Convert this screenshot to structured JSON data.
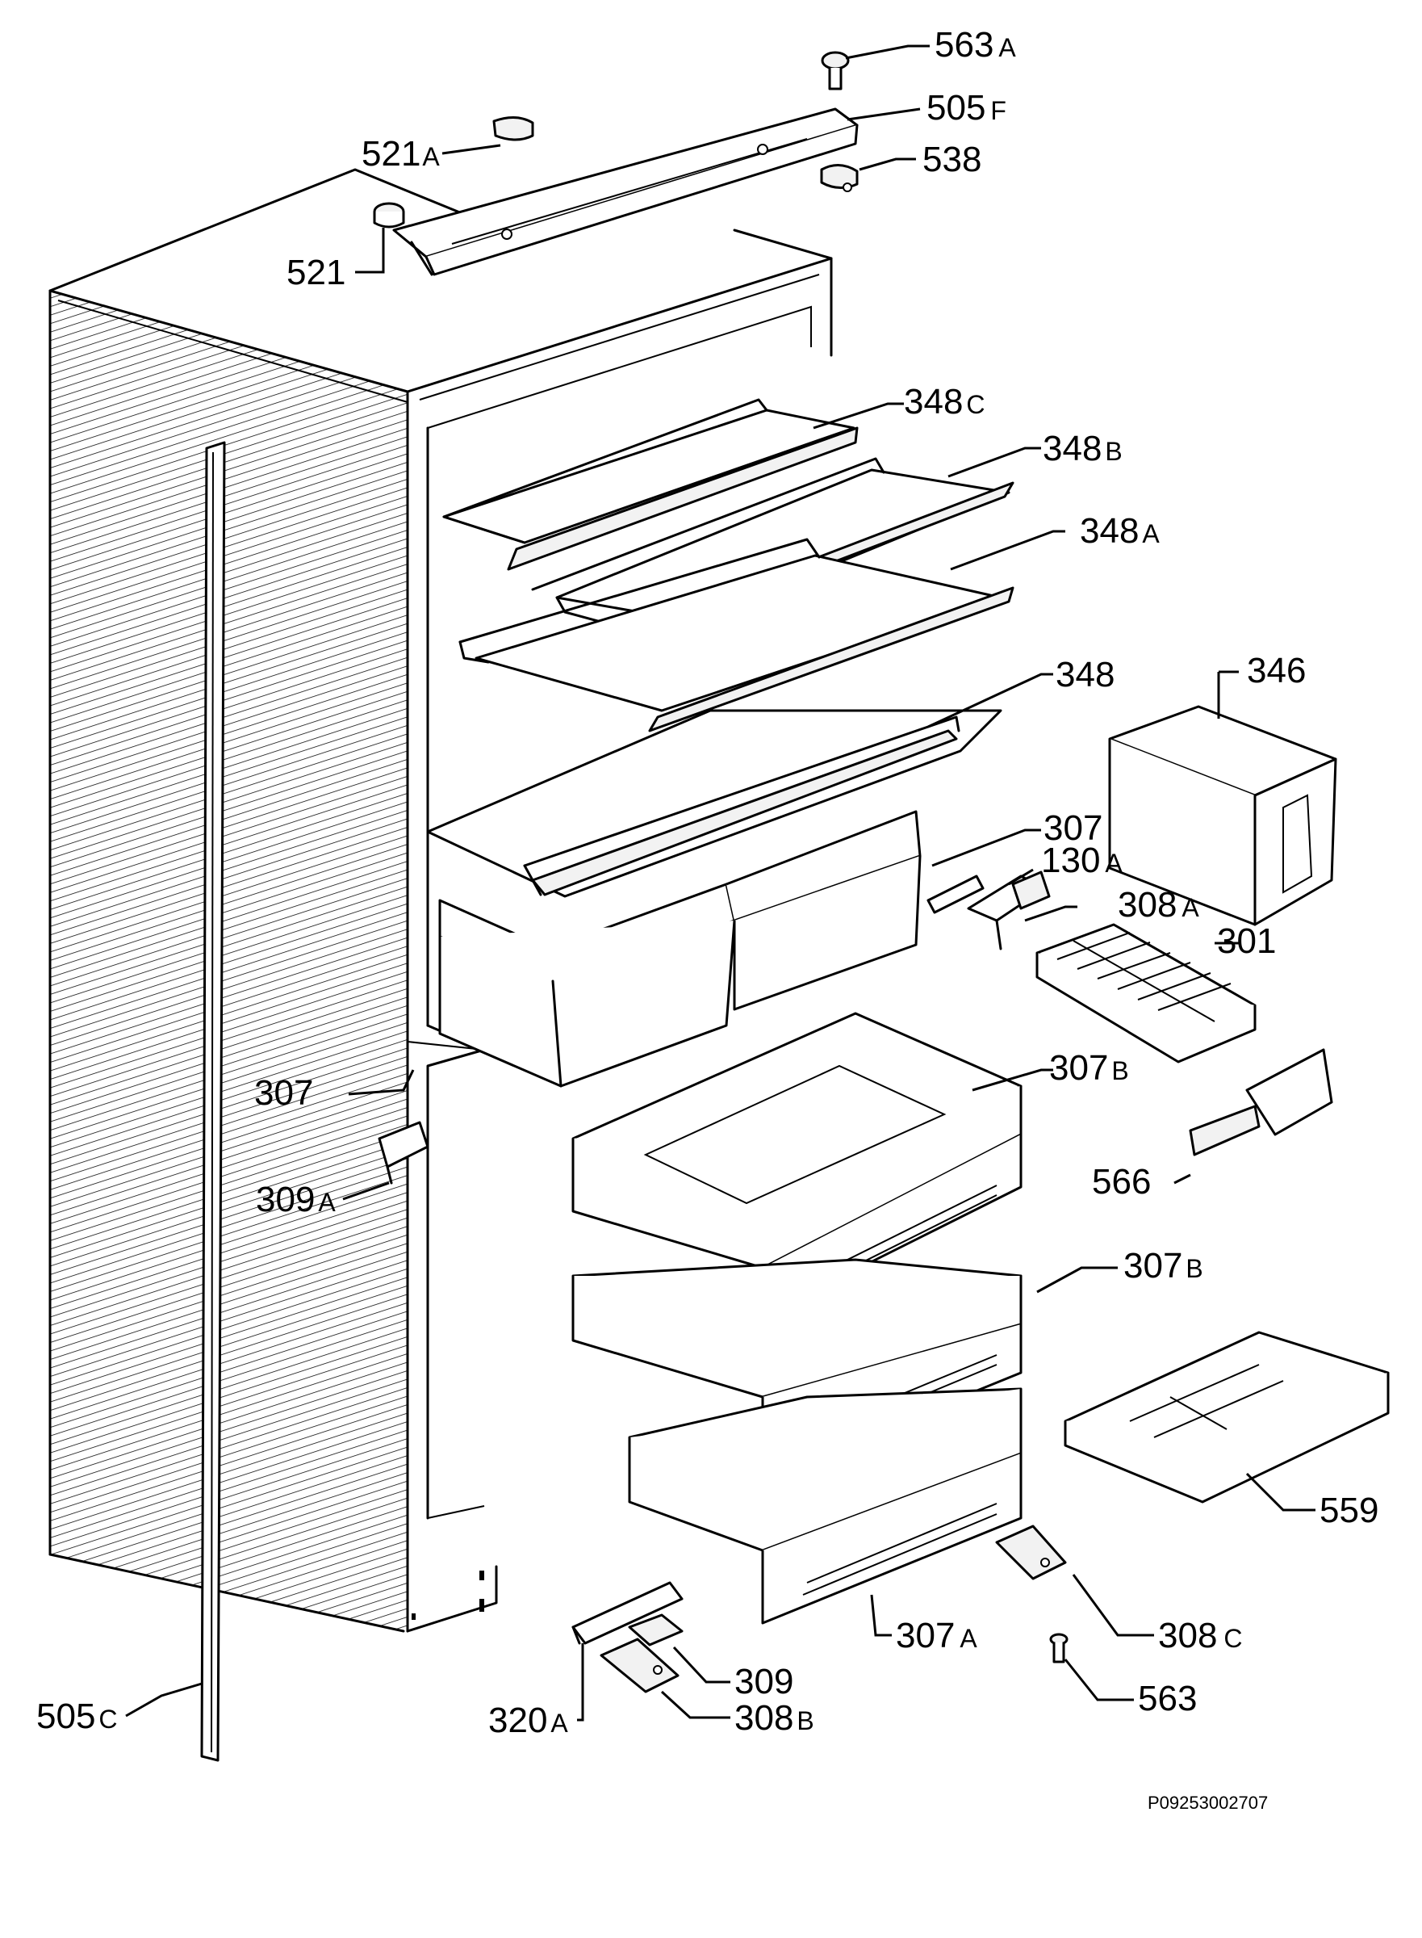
{
  "diagram": {
    "labels": [
      {
        "id": "563a",
        "num": "563",
        "suffix": "A"
      },
      {
        "id": "505f",
        "num": "505",
        "suffix": "F"
      },
      {
        "id": "538",
        "num": "538",
        "suffix": ""
      },
      {
        "id": "521a",
        "num": "521",
        "suffix": "A"
      },
      {
        "id": "521",
        "num": "521",
        "suffix": ""
      },
      {
        "id": "348c",
        "num": "348",
        "suffix": "C"
      },
      {
        "id": "348b",
        "num": "348",
        "suffix": "B"
      },
      {
        "id": "348a",
        "num": "348",
        "suffix": "A"
      },
      {
        "id": "348",
        "num": "348",
        "suffix": ""
      },
      {
        "id": "346",
        "num": "346",
        "suffix": ""
      },
      {
        "id": "307-top",
        "num": "307",
        "suffix": ""
      },
      {
        "id": "130a",
        "num": "130",
        "suffix": "A"
      },
      {
        "id": "308a",
        "num": "308",
        "suffix": "A"
      },
      {
        "id": "301",
        "num": "301",
        "suffix": ""
      },
      {
        "id": "307-left",
        "num": "307",
        "suffix": ""
      },
      {
        "id": "307b-1",
        "num": "307",
        "suffix": "B"
      },
      {
        "id": "309a",
        "num": "309",
        "suffix": "A"
      },
      {
        "id": "566",
        "num": "566",
        "suffix": ""
      },
      {
        "id": "307b-2",
        "num": "307",
        "suffix": "B"
      },
      {
        "id": "559",
        "num": "559",
        "suffix": ""
      },
      {
        "id": "307a",
        "num": "307",
        "suffix": "A"
      },
      {
        "id": "308c",
        "num": "308",
        "suffix": "C"
      },
      {
        "id": "309",
        "num": "309",
        "suffix": ""
      },
      {
        "id": "505c",
        "num": "505",
        "suffix": "C"
      },
      {
        "id": "320a",
        "num": "320",
        "suffix": "A"
      },
      {
        "id": "308b",
        "num": "308",
        "suffix": "B"
      },
      {
        "id": "563",
        "num": "563",
        "suffix": ""
      }
    ],
    "drawing_code": "P09253002707"
  }
}
